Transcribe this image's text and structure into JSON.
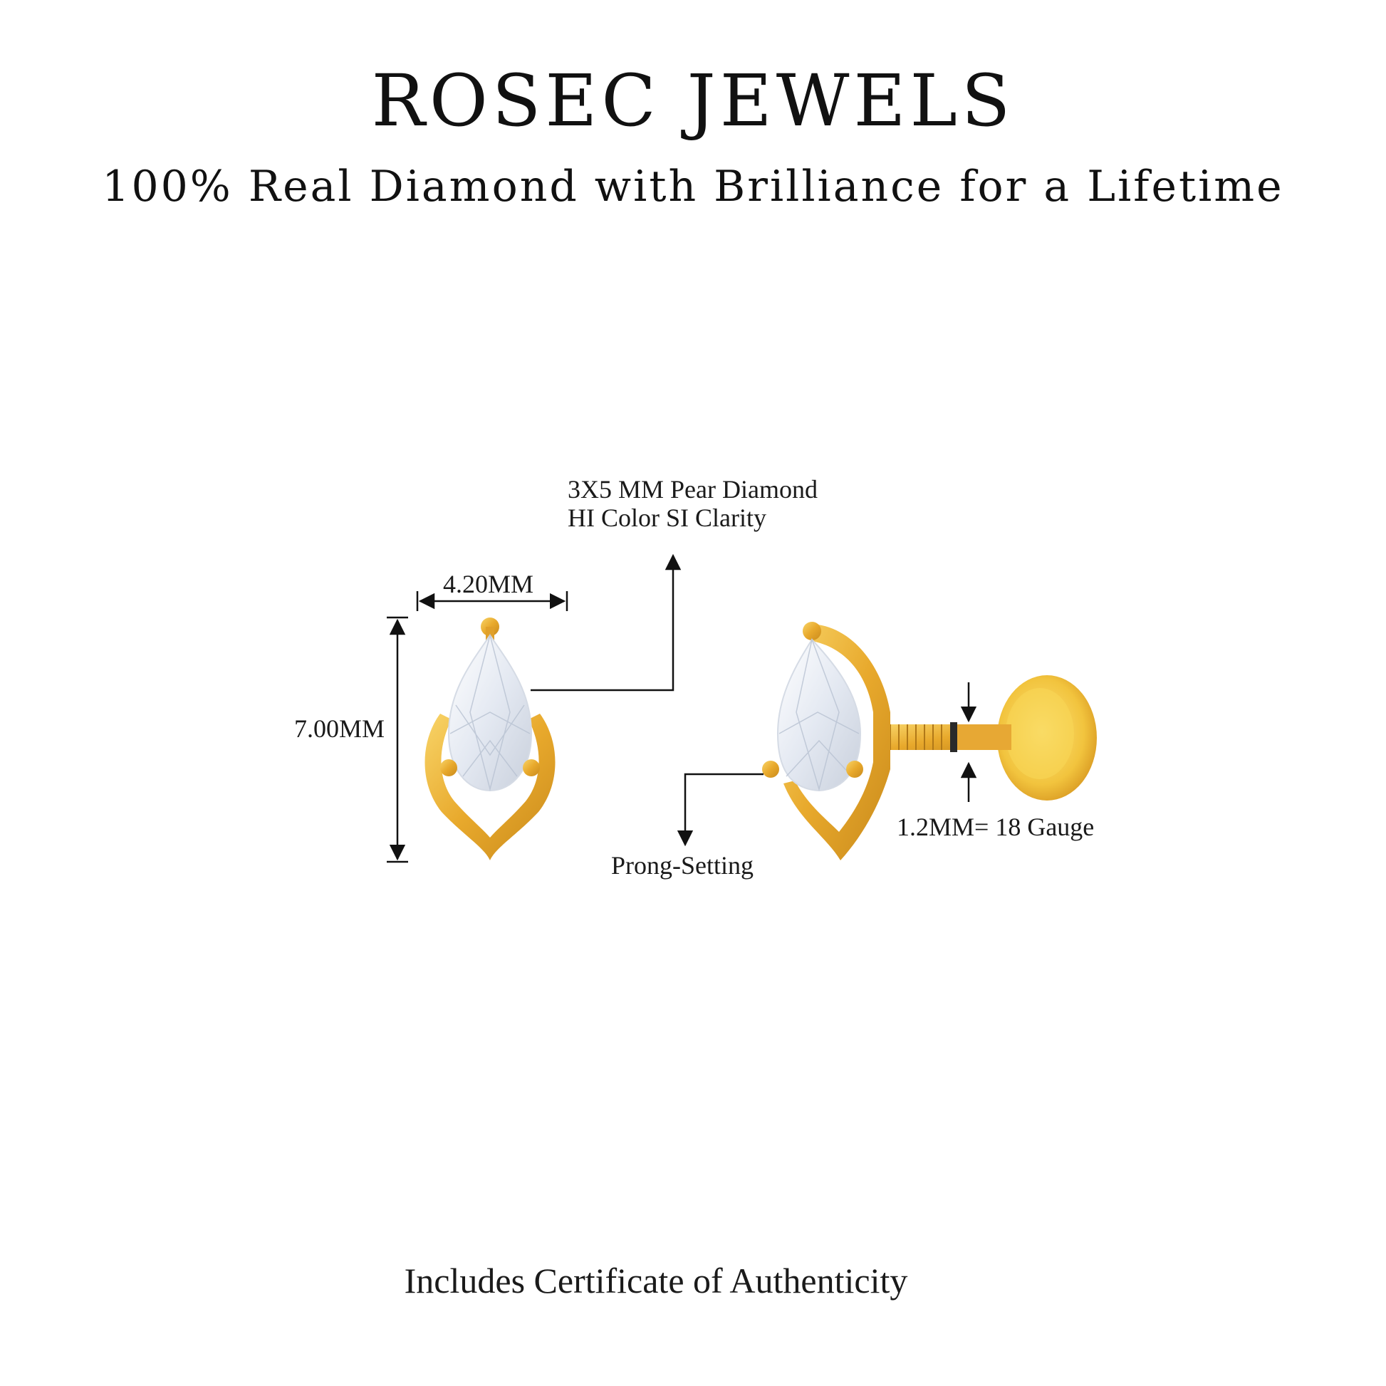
{
  "header": {
    "brand": "ROSEC JEWELS",
    "tagline": "100% Real Diamond with Brilliance for a Lifetime"
  },
  "annotations": {
    "width": "4.20MM",
    "height": "7.00MM",
    "stone_line1": "3X5 MM Pear Diamond",
    "stone_line2": "HI Color SI Clarity",
    "setting": "Prong-Setting",
    "gauge": "1.2MM= 18 Gauge"
  },
  "footer": {
    "certificate": "Includes Certificate of Authenticity"
  },
  "colors": {
    "gold": "#E8A92C",
    "gold_light": "#F6C84A",
    "gold_dark": "#C98A1C",
    "diamond": "#EEF1F6",
    "line": "#111111"
  }
}
